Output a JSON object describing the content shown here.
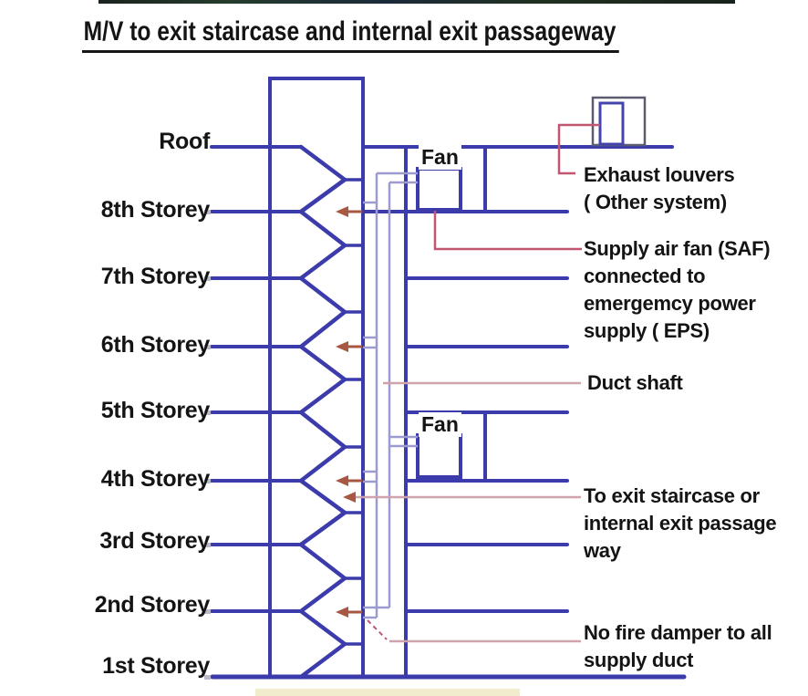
{
  "title": "M/V to exit staircase and internal exit passageway",
  "floors": [
    {
      "label": "Roof"
    },
    {
      "label": "8th Storey"
    },
    {
      "label": "7th Storey"
    },
    {
      "label": "6th Storey"
    },
    {
      "label": "5th Storey"
    },
    {
      "label": "4th Storey"
    },
    {
      "label": "3rd Storey"
    },
    {
      "label": "2nd Storey"
    },
    {
      "label": "1st Storey"
    }
  ],
  "fans": {
    "upper_label": "Fan",
    "lower_label": "Fan"
  },
  "annotations": {
    "exhaust_louvers": {
      "line1": "Exhaust louvers",
      "line2": "( Other system)"
    },
    "saf": {
      "line1": "Supply air fan (SAF)",
      "line2": "connected to",
      "line3": "emergemcy power",
      "line4": "supply ( EPS)"
    },
    "duct_shaft": {
      "line1": "Duct shaft"
    },
    "exit_path": {
      "line1": "To exit staircase or",
      "line2": "internal exit passage",
      "line3": "way"
    },
    "no_fire_damper": {
      "line1": "No fire damper to all",
      "line2": "supply duct"
    }
  },
  "colors": {
    "line_blue": "#3b3bab",
    "duct_light": "#9b9bd0",
    "leader_crimson": "#c25570",
    "leader_pink": "#cfa3ab",
    "arrow_brown": "#a85742",
    "louver_gray": "#5c5c70",
    "text_color": "#141414"
  }
}
